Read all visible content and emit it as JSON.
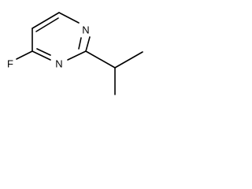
{
  "molecule": {
    "atoms": {
      "n1": "N",
      "n3": "N",
      "f": "F"
    }
  }
}
